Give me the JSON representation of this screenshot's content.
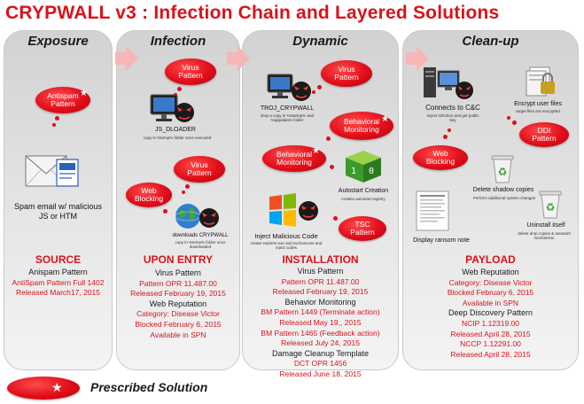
{
  "title": "CRYPWALL v3 : Infection Chain and Layered Solutions",
  "panels": [
    {
      "header": "Exposure",
      "stage": "SOURCE",
      "bubbles": [
        "Antispam Pattern"
      ],
      "labels": [
        "Spam email w/ malicious JS or HTM"
      ],
      "lines": [
        "Anispam Pattern",
        "AntiSpam Pattern Full 1402",
        "Released March17,  2015"
      ]
    },
    {
      "header": "Infection",
      "stage": "UPON ENTRY",
      "bubbles": [
        "Virus Pattern",
        "Virus Pattern",
        "Web Blocking"
      ],
      "labels": [
        "JS_DLOADER",
        "copy in %temp% folder once executed",
        "downloads CRYPWALL",
        "copy in %temp% folder once downloaded"
      ],
      "lines": [
        "Virus Pattern",
        "Pattern OPR 11.487.00",
        "Released February 19, 2015",
        "Web Reputation",
        "Category: Disease Victor",
        "Blocked February 6, 2015",
        "Available in SPN"
      ]
    },
    {
      "header": "Dynamic",
      "stage": "INSTALLATION",
      "bubbles": [
        "Virus Pattern",
        "Behavioral Monitoring",
        "Behavioral Monitoring",
        "TSC Pattern"
      ],
      "labels": [
        "TROJ_CRYPWALL",
        "drop a copy in %startup% and %appdata% folder",
        "Autostart Creation",
        "creates autostart registry",
        "Inject Malicious Code",
        "create explorer.exe and svchost.exe and inject codes"
      ],
      "lines": [
        "Virus Pattern",
        "Pattern OPR 11.487.00",
        "Released February 19, 2015",
        "Behavior Monitoring",
        "BM Pattern 1449  (Terminate action)",
        "Released May 19,, 2015",
        "BM Pattern 1465  (Feedback action)",
        "Released July 24,  2015",
        "Damage Cleanup Template",
        "DCT OPR 1456",
        "Released June 18, 2015"
      ]
    },
    {
      "header": "Clean-up",
      "stage": "PAYLOAD",
      "bubbles": [
        "DDI Pattern",
        "Web Blocking"
      ],
      "labels": [
        "Connects to C&C",
        "report infection and get public key",
        "Encrypt user files",
        "target files are encrypted",
        "Delete shadow copies",
        "Perform additional system changes",
        "Display ransom note",
        "Uninstall itself",
        "delete drop copies & autostart mechanism"
      ],
      "lines": [
        "Web Reputation",
        "Category: Disease Victor",
        "Blocked February 6, 2015",
        "Available in SPN",
        "Deep Discovery Pattern",
        "NCIP 1.12319.00",
        "Released April 28,  2015",
        "NCCP 1.12291.00",
        "Released April 28, 2015"
      ]
    }
  ],
  "legend": "Prescribed Solution",
  "colors": {
    "accent": "#d8131b",
    "bubble": "#e10e1a",
    "panel": "#dcdcdc",
    "arrow": "#f7b6b6"
  }
}
